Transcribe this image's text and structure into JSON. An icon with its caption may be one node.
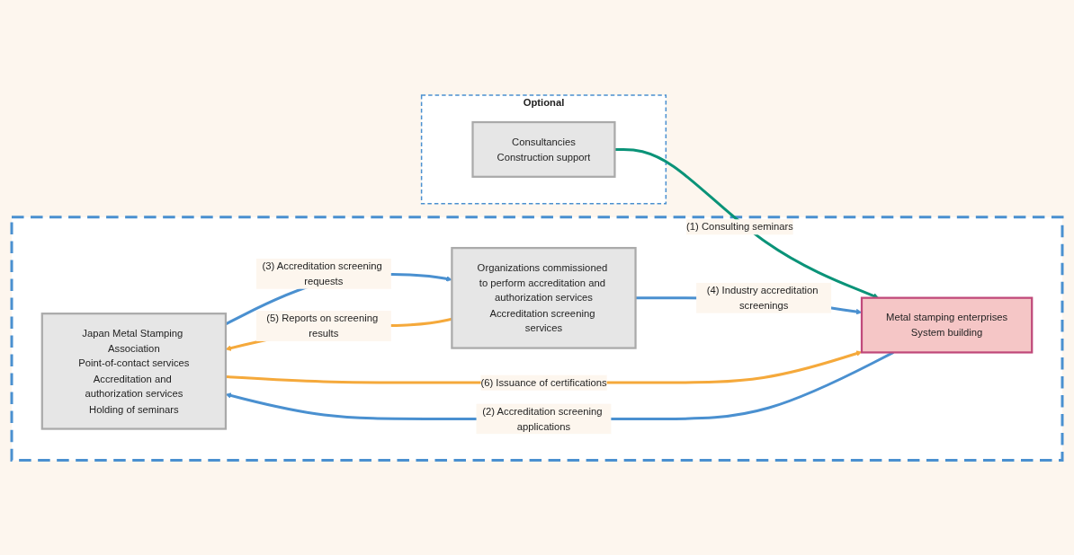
{
  "diagram": {
    "nodes": [
      {
        "text": [],
        "shape": "box"
      },
      {
        "text": [
          "Japan Metal Stamping Association",
          "Point-of-contact services",
          "Accreditation and authorization services",
          "Holding of seminars"
        ],
        "in": 0
      },
      {
        "text": [
          "Metal stamping enterprises",
          "System building"
        ],
        "in": 0
      },
      {
        "text": [
          "Organizations commissioned to perform accreditation and authorization services",
          "Accreditation screening services"
        ],
        "in": 0
      },
      {
        "text": [
          "Optional"
        ]
      },
      {
        "text": [
          "Consultancies",
          "Construction support"
        ],
        "in": 4
      }
    ],
    "edges": [
      {
        "from": 5,
        "to": 2,
        "arrow": "to",
        "label": "(1) Consulting seminars",
        "color": "#0a9378"
      },
      {
        "from": 2,
        "to": 1,
        "arrow": "to",
        "label": "(2) Accreditation screening applications"
      },
      {
        "from": 1,
        "to": 3,
        "arrow": "to",
        "label": "(3) Accreditation screening requests"
      },
      {
        "from": 3,
        "to": 2,
        "arrow": "to",
        "label": "(4) Industry accreditation screenings"
      },
      {
        "from": 3,
        "to": 1,
        "arrow": "to",
        "label": "(5) Reports on screening results",
        "color": "#f5a93b"
      },
      {
        "from": 1,
        "to": 2,
        "arrow": "to",
        "label": "(6) Issuance of certifications",
        "color": "#f5a93b"
      }
    ]
  }
}
